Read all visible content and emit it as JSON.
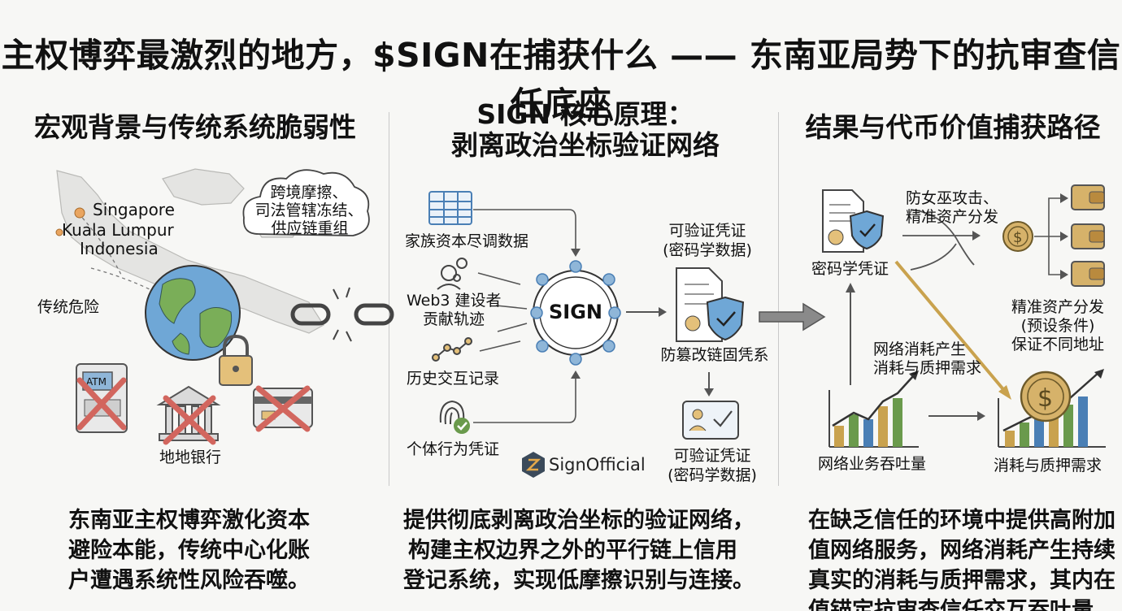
{
  "title": "主权博弈最激烈的地方，$SIGN在捕获什么 —— 东南亚局势下的抗审查信任底座",
  "columns": {
    "left": {
      "heading": "宏观背景与传统系统脆弱性",
      "map_labels": [
        "Singapore",
        "Kuala Lumpur",
        "Indonesia"
      ],
      "cloud_lines": [
        "跨境摩擦、",
        "司法管辖冻结、",
        "供应链重组"
      ],
      "risk_label": "传统危险",
      "atm_label": "ATM",
      "bank_label": "地地银行",
      "summary_lines": [
        "东南亚主权博弈激化资本",
        "避险本能，传统中心化账",
        "户遭遇系统性风险吞噬。"
      ]
    },
    "middle": {
      "heading_lines": [
        "SIGN 核心原理：",
        "剥离政治坐标验证网络"
      ],
      "inputs": {
        "family": "家族资本尽调数据",
        "web3_lines": [
          "Web3 建设者",
          "贡献轨迹"
        ],
        "history": "历史交互记录",
        "behavior": "个体行为凭证"
      },
      "hub_label": "SIGN",
      "credential_top_lines": [
        "可验证凭证",
        "(密码学数据)"
      ],
      "tamperproof": "防篡改链固凭系",
      "credential_bottom_lines": [
        "可验证凭证",
        "(密码学数据)"
      ],
      "brand": "SignOfficial",
      "summary_lines": [
        "提供彻底剥离政治坐标的验证网络，",
        "构建主权边界之外的平行链上信用",
        "登记系统，实现低摩擦识别与连接。"
      ]
    },
    "right": {
      "heading": "结果与代币价值捕获路径",
      "crypto_credential": "密码学凭证",
      "sybil_lines": [
        "防女巫攻击、",
        "精准资产分发"
      ],
      "precise_lines": [
        "精准资产分发",
        "(预设条件)",
        "保证不同地址"
      ],
      "consumption_lines": [
        "网络消耗产生",
        "消耗与质押需求"
      ],
      "throughput": "网络业务吞吐量",
      "staking": "消耗与质押需求",
      "summary_lines": [
        "在缺乏信任的环境中提供高附加",
        "值网络服务，网络消耗产生持续",
        "真实的消耗与质押需求，其内在",
        "值锚定抗审查信任交互吞吐量。"
      ]
    }
  },
  "colors": {
    "background": "#f7f7f5",
    "text": "#111111",
    "blue": "#4a7fb5",
    "green": "#6a9a4c",
    "gold": "#c9a24e",
    "red": "#d2665e",
    "gray": "#8a8a8a"
  }
}
